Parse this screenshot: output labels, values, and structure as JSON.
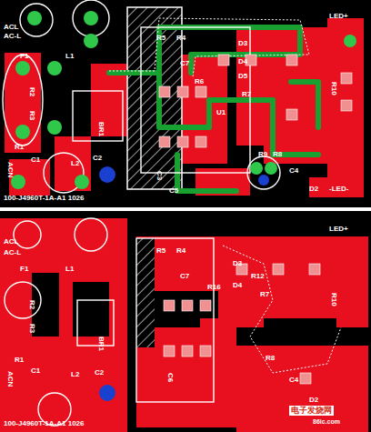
{
  "diagram": {
    "labels": [
      "ACL",
      "AC-L",
      "F1",
      "L1",
      "R2",
      "R3",
      "R1",
      "ACN",
      "C1",
      "L2",
      "BR1",
      "C2",
      "C5",
      "R5",
      "R4",
      "C7",
      "R6",
      "D3",
      "D4",
      "D5",
      "R7",
      "U1",
      "C3",
      "R8",
      "R9",
      "C4",
      "D2",
      "R10",
      "LED+",
      "-LED-",
      "100-J4960T-1A-A1 1026",
      "ACL",
      "AC-L",
      "F1",
      "L1",
      "R2",
      "R3",
      "R1",
      "ACN",
      "C1",
      "L2",
      "BR1",
      "C2",
      "R5",
      "R4",
      "C7",
      "R16",
      "C6",
      "D3",
      "D4",
      "R12",
      "R7",
      "R8",
      "R10",
      "C4",
      "D2",
      "LED+",
      "100-J4960T-1A-A1 1026",
      "电子发烧网",
      "86ic.com"
    ]
  }
}
